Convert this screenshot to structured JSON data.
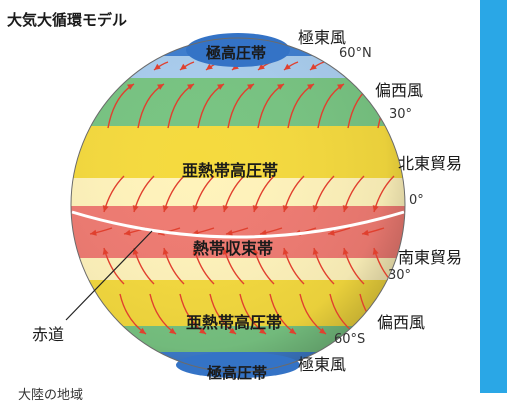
{
  "title": "大気大循環モデル",
  "bands": {
    "polar_high_north": "極高圧帯",
    "subtropical_high_north": "亜熱帯高圧帯",
    "convergence_zone": "熱帯収束帯",
    "subtropical_high_south": "亜熱帯高圧帯",
    "polar_high_south": "極高圧帯"
  },
  "winds": {
    "polar_easterlies_north": "極東風",
    "westerlies_north": "偏西風",
    "ne_trades": "北東貿易",
    "se_trades": "南東貿易",
    "westerlies_south": "偏西風",
    "polar_easterlies_south": "極東風"
  },
  "latitudes": {
    "n60": "60°N",
    "n30": "30°",
    "equator": "0°",
    "s30": "30°",
    "s60": "60°S"
  },
  "equator_label": "赤道",
  "bottom_cut_text": "大陸の地域",
  "colors": {
    "polar": "#3f7fd0",
    "polar_light": "#a9cdee",
    "green": "#78c482",
    "yellow": "#f5da3e",
    "pale": "#fff3bb",
    "red": "#ef7b72",
    "arrow": "#e0402e",
    "panel": "#2aa7e6"
  }
}
